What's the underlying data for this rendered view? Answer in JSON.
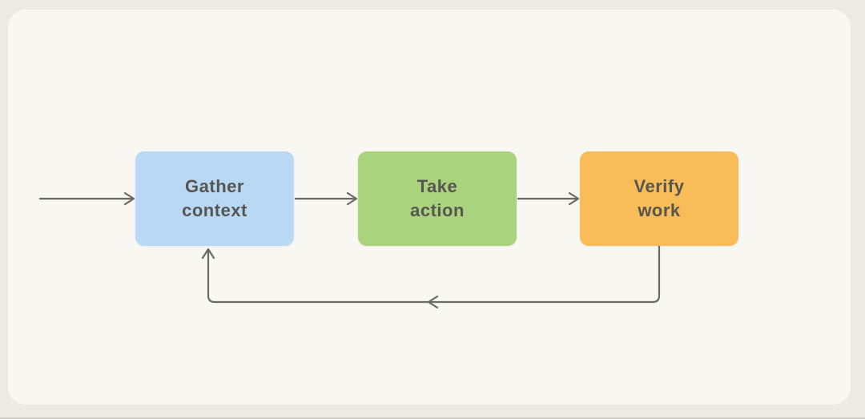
{
  "diagram": {
    "background_color": "#edeae3",
    "card_color": "#f9f7f1",
    "arrow_color": "#6b6963",
    "text_color": "#57554f",
    "nodes": [
      {
        "name": "gather-context",
        "label": "Gather\ncontext",
        "color": "#b9d8f3"
      },
      {
        "name": "take-action",
        "label": "Take\naction",
        "color": "#a9d37d"
      },
      {
        "name": "verify-work",
        "label": "Verify\nwork",
        "color": "#f8bd59"
      }
    ],
    "edges": [
      {
        "name": "start-to-gather-context",
        "from": "start",
        "to": "gather-context"
      },
      {
        "name": "gather-context-to-take-action",
        "from": "gather-context",
        "to": "take-action"
      },
      {
        "name": "take-action-to-verify-work",
        "from": "take-action",
        "to": "verify-work"
      },
      {
        "name": "verify-work-loop-to-gather-context",
        "from": "verify-work",
        "to": "gather-context"
      }
    ]
  }
}
